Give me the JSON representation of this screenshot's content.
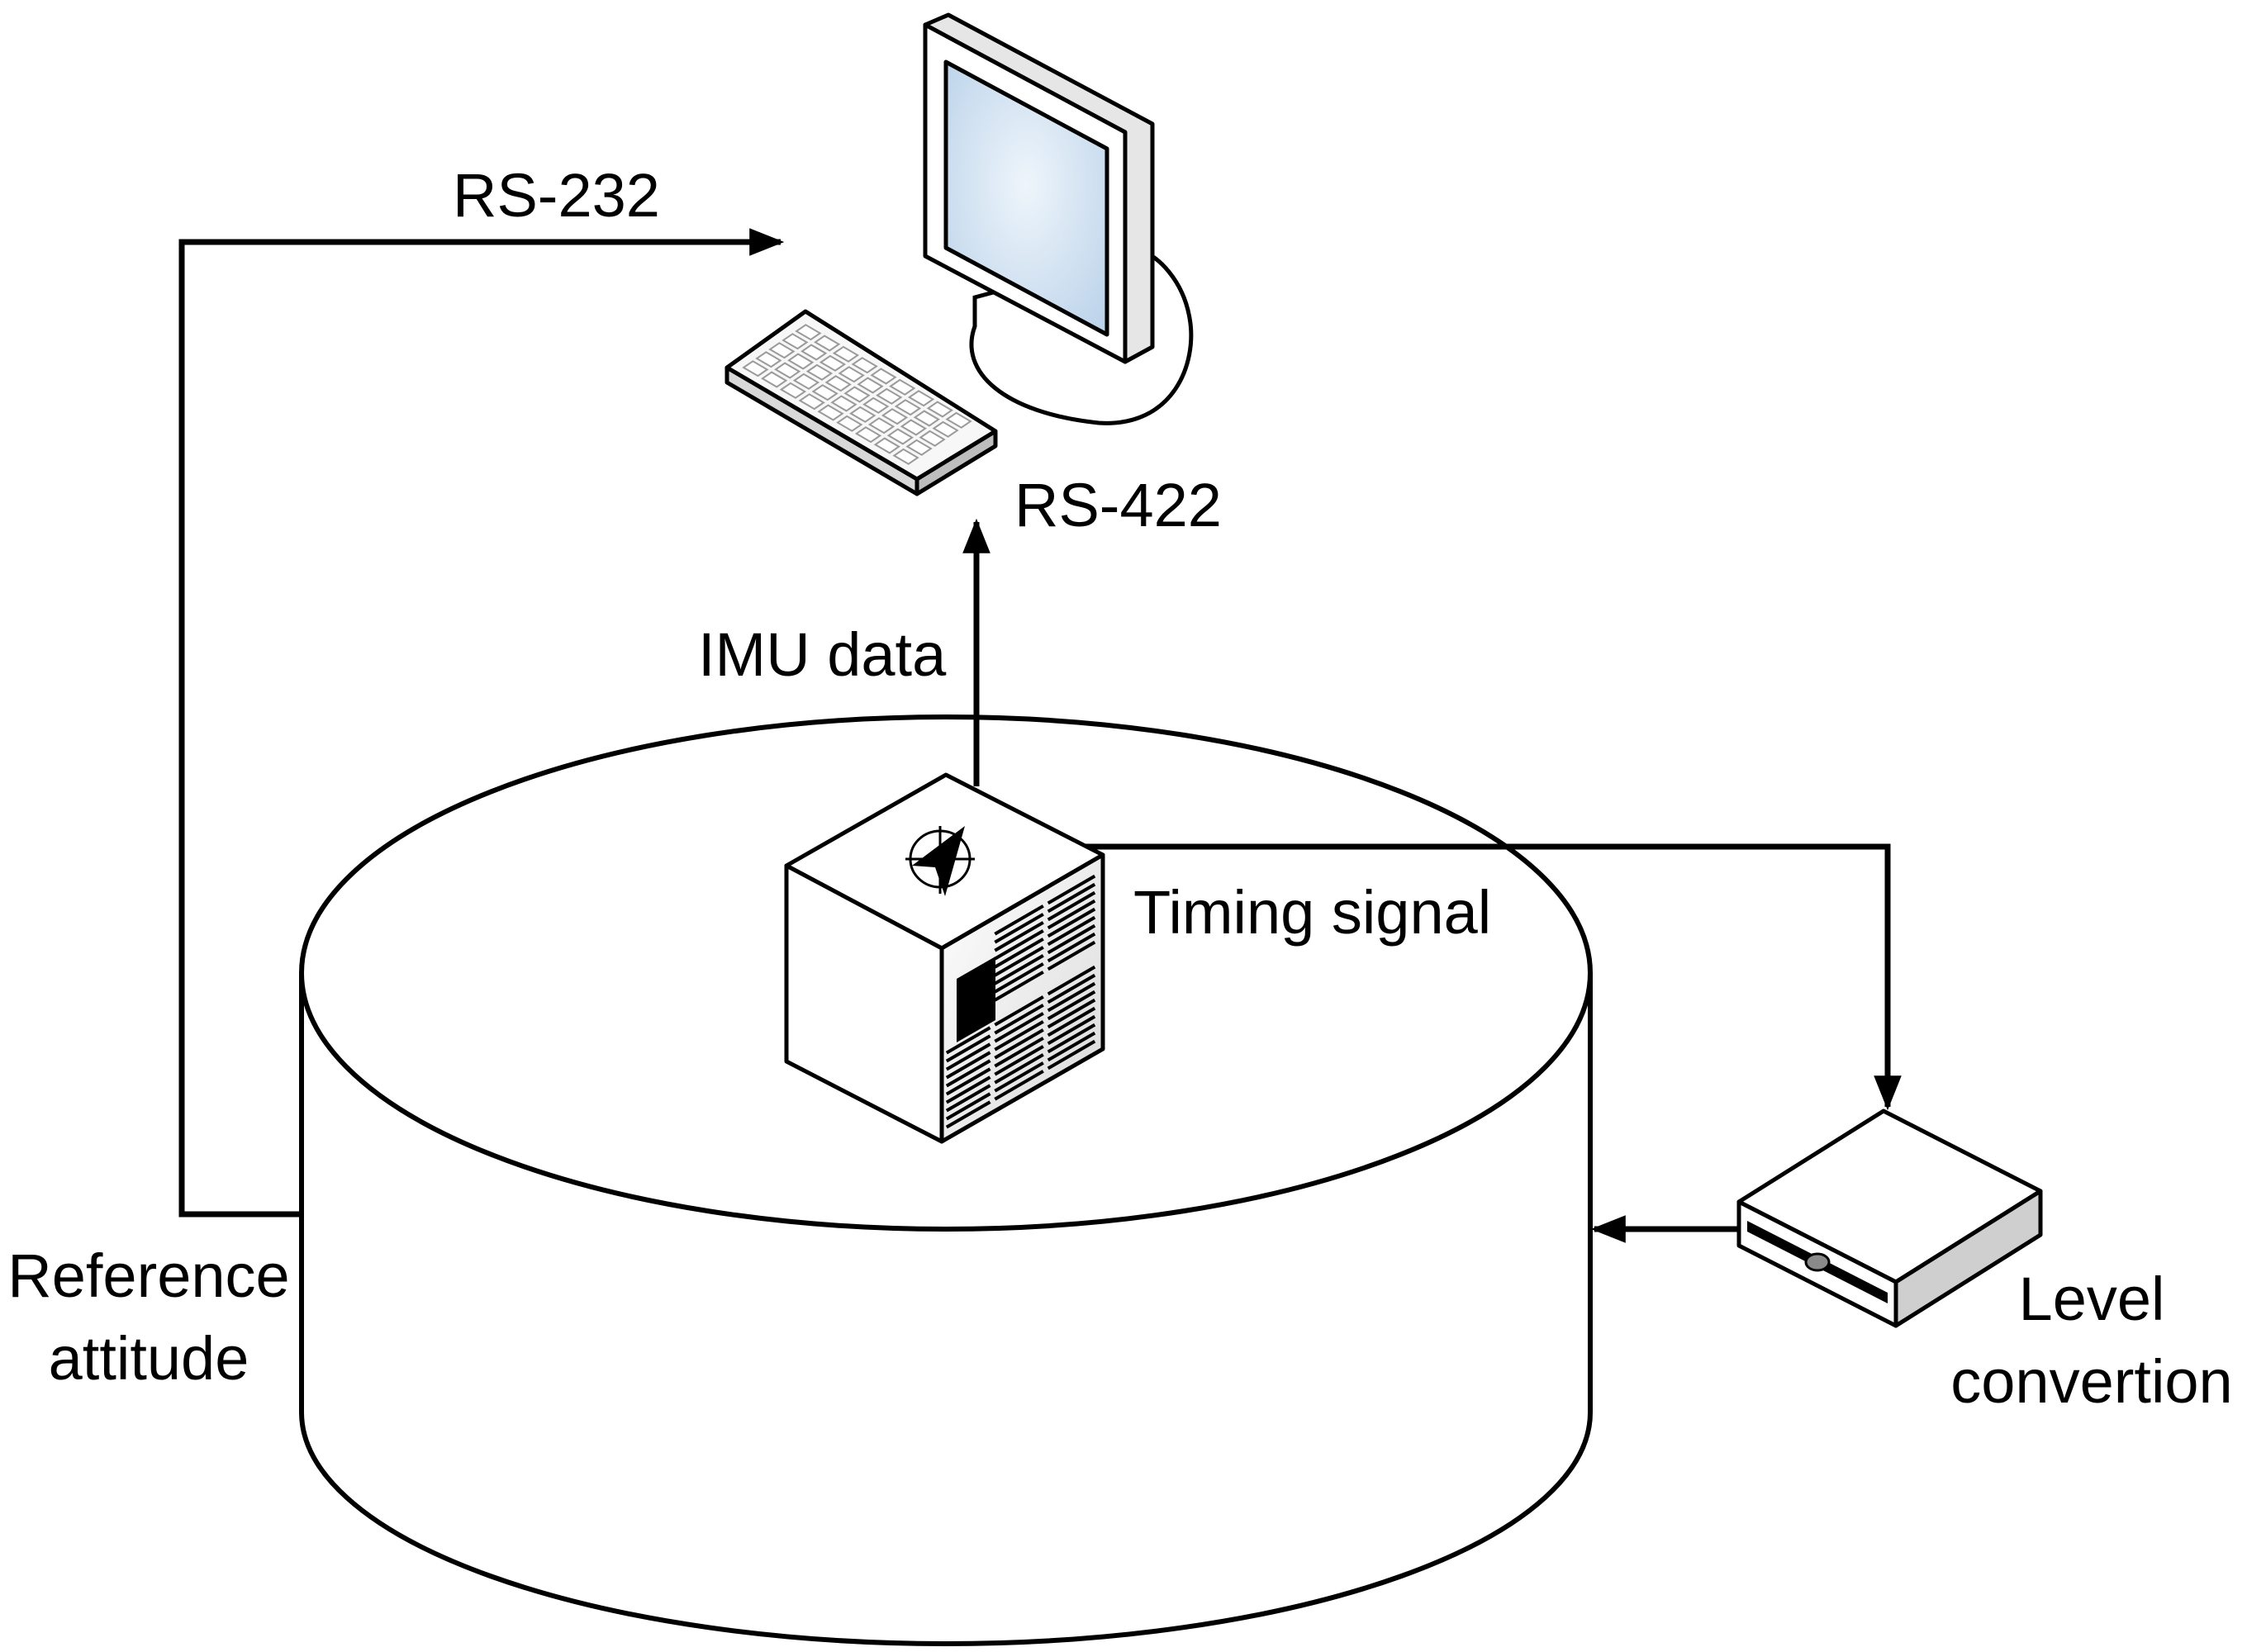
{
  "labels": {
    "rs232": "RS-232",
    "rs422": "RS-422",
    "imu_data": "IMU data",
    "timing_signal": "Timing signal",
    "reference_attitude_line1": "Reference",
    "reference_attitude_line2": "attitude",
    "level_convertion_line1": "Level",
    "level_convertion_line2": "convertion"
  },
  "icons": {
    "computer": "computer-icon",
    "keyboard": "keyboard-icon",
    "imu": "imu-cube-icon",
    "turntable": "turntable-icon",
    "converter": "level-converter-icon"
  },
  "colors": {
    "stroke": "#000000",
    "screen": "#c7dcef",
    "background": "#ffffff"
  }
}
